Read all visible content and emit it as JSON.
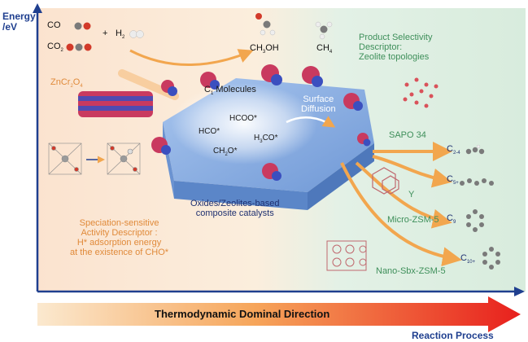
{
  "axes": {
    "y_label_line1": "Energy",
    "y_label_line2": "/eV",
    "x_label": "Reaction Process"
  },
  "reactants": {
    "co": "CO",
    "co2_main": "CO",
    "co2_sub": "2",
    "plus": "+",
    "h2_main": "H",
    "h2_sub": "2"
  },
  "products": {
    "ch3oh_main": "CH",
    "ch3oh_sub": "3",
    "ch3oh_tail": "OH",
    "ch4_main": "CH",
    "ch4_sub": "4"
  },
  "selectivity": {
    "line1": "Product Selectivity",
    "line2": "Descriptor:",
    "line3": "Zeolite topologies"
  },
  "catalyst": {
    "name_main": "ZnCr",
    "name_sub1": "2",
    "name_mid": "O",
    "name_sub2": "4"
  },
  "surface": {
    "c1_main": "C",
    "c1_sub": "1",
    "c1_tail": " Molecules",
    "diffusion_line1": "Surface",
    "diffusion_line2": "Diffusion",
    "hcoo": "HCOO*",
    "hco": "HCO*",
    "h3co_main": "H",
    "h3co_sub": "3",
    "h3co_tail": "CO*",
    "ch2o_main": "CH",
    "ch2o_sub": "2",
    "ch2o_tail": "O*"
  },
  "zeolites": {
    "sapo": "SAPO 34",
    "y": "Y",
    "micro": "Micro-ZSM-5",
    "nano": "Nano-Sbx-ZSM-5"
  },
  "product_groups": {
    "c24_main": "C",
    "c24_sub": "2-4",
    "c5_main": "C",
    "c5_sub": "5+",
    "c9_main": "C",
    "c9_sub": "9",
    "c10_main": "C",
    "c10_sub": "10+"
  },
  "composite": {
    "line1": "Oxides/Zeolites-based",
    "line2": "composite catalysts"
  },
  "activity": {
    "line1": "Speciation-sensitive",
    "line2": "Activity Descriptor :",
    "line3": "H* adsorption energy",
    "line4": "at the existence of CHO*"
  },
  "direction": {
    "label": "Thermodynamic Dominal Direction"
  },
  "colors": {
    "axis": "#1f3f8f",
    "orange_text": "#e08a3a",
    "green_text": "#3e8f5a",
    "panel_left": "#fbe3cf",
    "panel_right": "#d8ecdd",
    "slab": "#7fa6df",
    "arrow_start": "#fbe9cf",
    "arrow_end": "#e8201d"
  }
}
